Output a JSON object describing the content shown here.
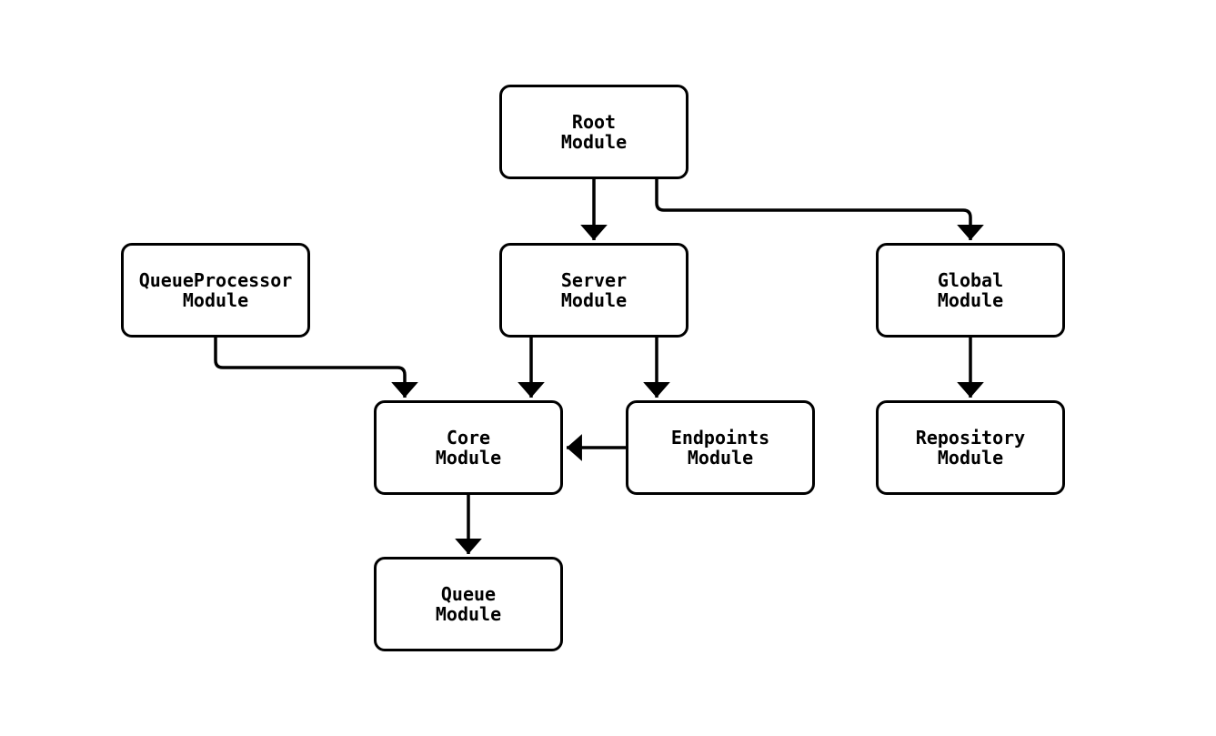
{
  "diagram": {
    "type": "module-dependency-flowchart",
    "colors": {
      "background": "#ffffff",
      "node_fill": "#ffffff",
      "node_border": "#000000",
      "edge": "#000000",
      "text": "#000000"
    },
    "nodes": {
      "root": {
        "line1": "Root",
        "line2": "Module"
      },
      "queueprocessor": {
        "line1": "QueueProcessor",
        "line2": "Module"
      },
      "server": {
        "line1": "Server",
        "line2": "Module"
      },
      "global": {
        "line1": "Global",
        "line2": "Module"
      },
      "core": {
        "line1": "Core",
        "line2": "Module"
      },
      "endpoints": {
        "line1": "Endpoints",
        "line2": "Module"
      },
      "repository": {
        "line1": "Repository",
        "line2": "Module"
      },
      "queue": {
        "line1": "Queue",
        "line2": "Module"
      }
    },
    "edges": [
      {
        "from": "Root Module",
        "to": "Server Module",
        "style": "arrow"
      },
      {
        "from": "Root Module",
        "to": "Global Module",
        "style": "arrow"
      },
      {
        "from": "QueueProcessor Module",
        "to": "Core Module",
        "style": "arrow"
      },
      {
        "from": "Server Module",
        "to": "Core Module",
        "style": "arrow"
      },
      {
        "from": "Server Module",
        "to": "Endpoints Module",
        "style": "arrow"
      },
      {
        "from": "Endpoints Module",
        "to": "Core Module",
        "style": "arrow"
      },
      {
        "from": "Global Module",
        "to": "Repository Module",
        "style": "arrow"
      },
      {
        "from": "Core Module",
        "to": "Queue Module",
        "style": "arrow"
      }
    ]
  }
}
